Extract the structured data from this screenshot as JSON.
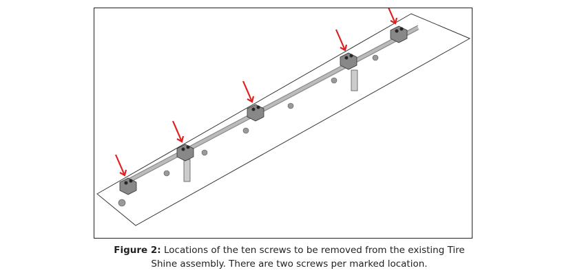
{
  "figure": {
    "label": "Figure 2:",
    "caption_line1": " Locations of the ten screws to be removed from the existing Tire",
    "caption_line2": "Shine assembly. There are two screws per marked location.",
    "marker_count": 5,
    "arrow_color": "#e02020"
  }
}
